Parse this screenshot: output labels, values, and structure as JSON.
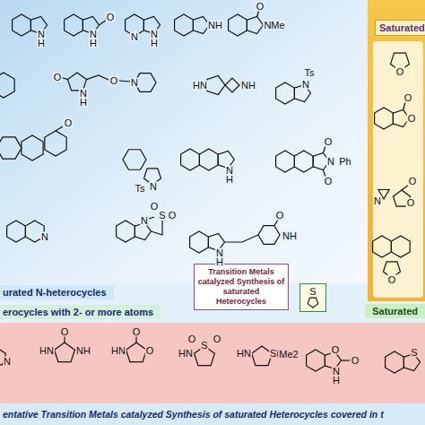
{
  "diagram": {
    "nodes": [
      {
        "text": [
          "Saturated"
        ]
      },
      {
        "text": [
          "Transition Metals catalyzed Synthesis of saturated Heterocycles"
        ]
      },
      {
        "text": [
          "urated N-heterocycles"
        ]
      },
      {
        "text": [
          "S"
        ]
      },
      {
        "text": [
          "erocycles with 2- or more atoms"
        ]
      },
      {
        "text": [
          "Saturated"
        ]
      },
      {
        "text": [
          "entative Transition Metals catalyzed Synthesis of saturated Heterocycles covered in t"
        ]
      }
    ],
    "labels": [
      "N",
      "H",
      "N",
      "H",
      "O",
      "N",
      "N",
      "H",
      "NH",
      "O",
      "NMe",
      "O",
      "O",
      "O",
      "N",
      "O",
      "O",
      "O",
      "O",
      "N",
      "H",
      "O",
      "N",
      "HN",
      "NH",
      "N",
      "Ts",
      "O",
      "Ts",
      "N",
      "N",
      "H",
      "O",
      "N",
      "Ph",
      "O",
      "N",
      "N",
      "S",
      "O",
      "O",
      "N",
      "H",
      "O",
      "NH",
      "N",
      "O",
      "HN",
      "NH",
      "O",
      "HN",
      "O",
      "O",
      "O",
      "S",
      "HN",
      "HN",
      "Si",
      "Me2",
      "O",
      "O",
      "N",
      "H",
      "S"
    ]
  }
}
